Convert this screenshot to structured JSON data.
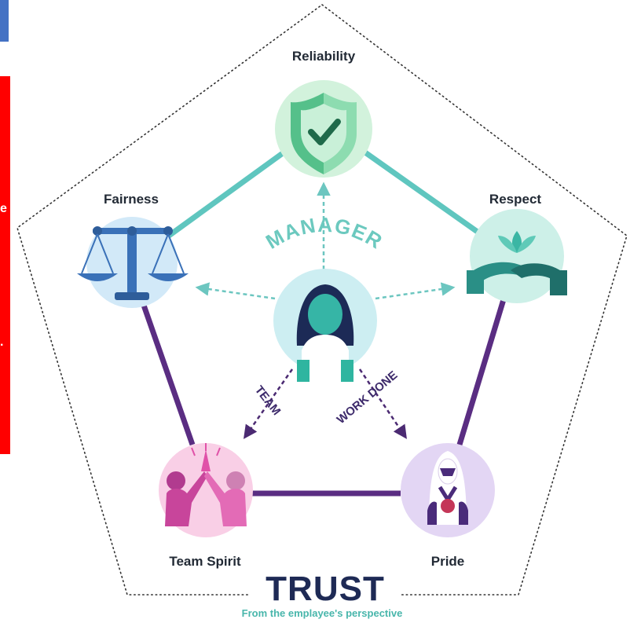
{
  "side_fragments": {
    "upper": "e",
    "lower": "."
  },
  "nodes": {
    "reliability": {
      "label": "Reliability",
      "icon": "shield-check-icon"
    },
    "fairness": {
      "label": "Fairness",
      "icon": "balance-scale-icon"
    },
    "respect": {
      "label": "Respect",
      "icon": "lotus-handshake-icon"
    },
    "team_spirit": {
      "label": "Team Spirit",
      "icon": "high-five-icon"
    },
    "pride": {
      "label": "Pride",
      "icon": "medal-person-icon"
    },
    "manager": {
      "label": "MANAGER",
      "icon": "manager-avatar-icon"
    }
  },
  "arrows": {
    "team": "TEAM",
    "work_done": "WORK DONE"
  },
  "title": "TRUST",
  "subtitle": "From the emplayee's perspective",
  "colors": {
    "teal_line": "#5fc6bf",
    "purple_line": "#5a2d82",
    "green_circle": "#d2f2dc",
    "blue_circle": "#d2e9f8",
    "mint_circle": "#cdf0e8",
    "pink_circle": "#f9cfe6",
    "lavender_circle": "#e3d6f4",
    "navy_text": "#1e2a55",
    "teal_text": "#48b6ab"
  }
}
